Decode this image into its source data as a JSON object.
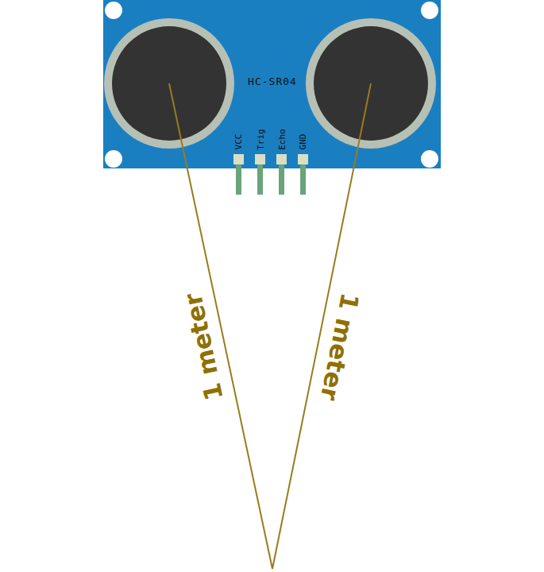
{
  "diagram": {
    "labels": [
      "HC-SR04",
      "VCC",
      "Trig",
      "Echo",
      "GND",
      "1 meter",
      "1 meter"
    ]
  }
}
